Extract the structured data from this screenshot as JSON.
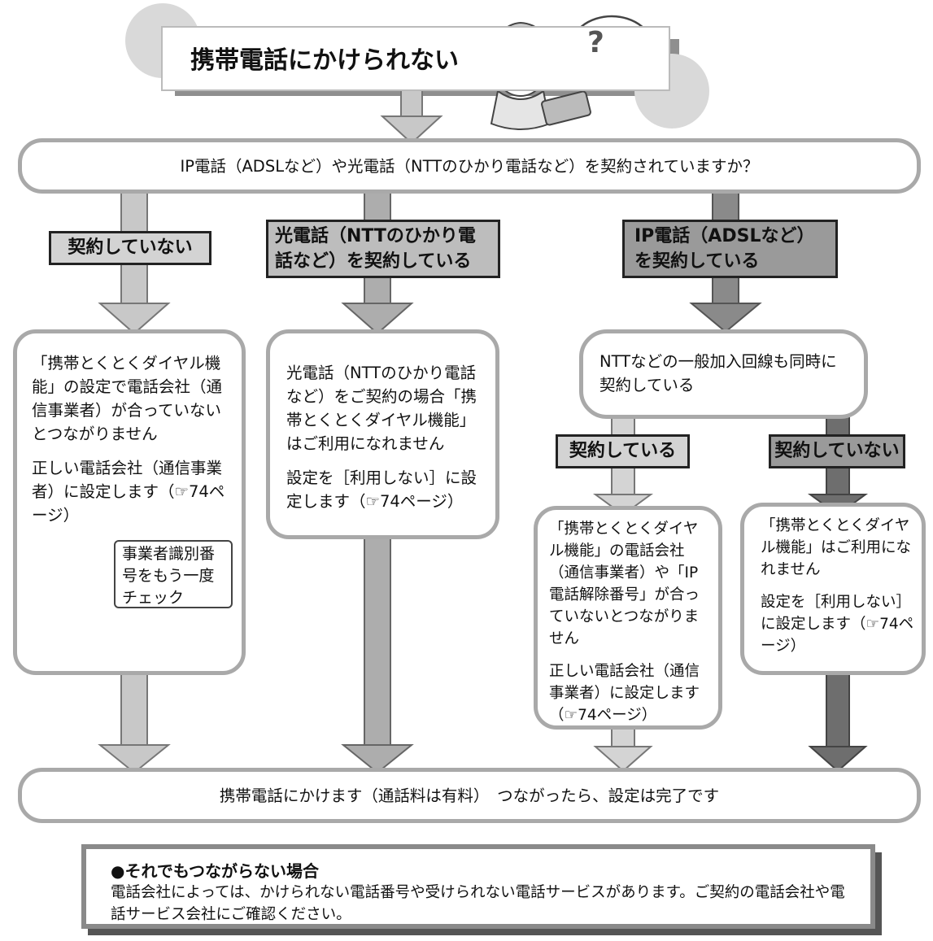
{
  "title": "携帯電話にかけられない",
  "illustration_title": {
    "question_mark": "?"
  },
  "question": "IP電話（ADSLなど）や光電話（NTTのひかり電話など）を契約されていますか？",
  "branches": [
    {
      "label": "契約していない",
      "texts": [
        "「携帯とくとくダイヤル機能」の設定で電話会社（通信事業者）が合っていないとつながりません",
        "正しい電話会社（通信事業者）に設定します（☞74ページ）"
      ],
      "bubble": "事業者識別番号をもう一度チェック"
    },
    {
      "label": "光電話（NTTのひかり電話など）を契約している",
      "texts": [
        "光電話（NTTのひかり電話など）をご契約の場合「携帯とくとくダイヤル機能」はご利用になれません",
        "設定を［利用しない］に設定します（☞74ページ）"
      ]
    },
    {
      "label": "IP電話（ADSLなど）を契約している",
      "question": "NTTなどの一般加入回線も同時に契約している",
      "sub_branches": [
        {
          "label": "契約している",
          "texts": [
            "「携帯とくとくダイヤル機能」の電話会社（通信事業者）や「IP電話解除番号」が合っていないとつながりません",
            "正しい電話会社（通信事業者）に設定します（☞74ページ）"
          ]
        },
        {
          "label": "契約していない",
          "texts": [
            "「携帯とくとくダイヤル機能」はご利用になれません",
            "設定を［利用しない］に設定します（☞74ページ）"
          ]
        }
      ]
    }
  ],
  "final": "携帯電話にかけます（通話料は有料）　つながったら、設定は完了です",
  "note": {
    "heading": "●それでもつながらない場合",
    "body": "電話会社によっては、かけられない電話番号や受けられない電話サービスがあります。ご契約の電話会社や電話サービス会社にご確認ください。"
  },
  "colors": {
    "light_arrow": "#c8c8c8",
    "mid_arrow": "#a8a8a8",
    "dark_arrow": "#6e6e6e",
    "border": "#a9a9a9"
  }
}
